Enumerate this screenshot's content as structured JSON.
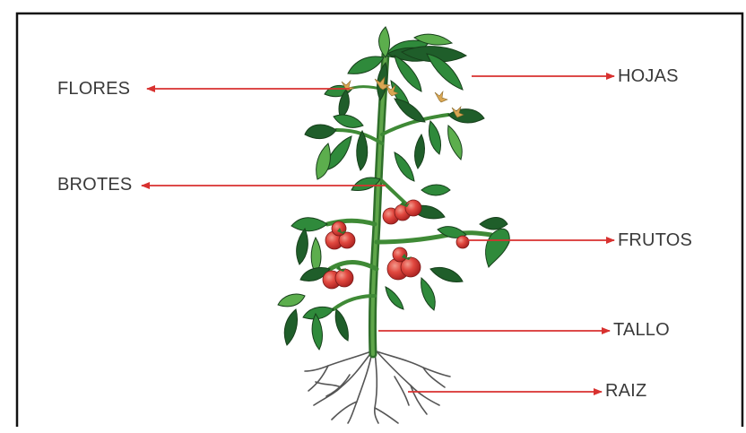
{
  "labels": {
    "flores": "FLORES",
    "brotes": "BROTES",
    "hojas": "HOJAS",
    "frutos": "FRUTOS",
    "tallo": "TALLO",
    "raiz": "RAIZ"
  },
  "colors": {
    "arrow": "#d8312f",
    "text": "#3a3a3a",
    "border": "#111111",
    "leaf_dark": "#1f5e2a",
    "leaf": "#2f8a3b",
    "leaf_light": "#5cae4d",
    "stem": "#3f8a36",
    "fruit": "#d3322e",
    "fruit_highlight": "#f29a8d",
    "flower": "#d9a653",
    "root": "#555555"
  }
}
